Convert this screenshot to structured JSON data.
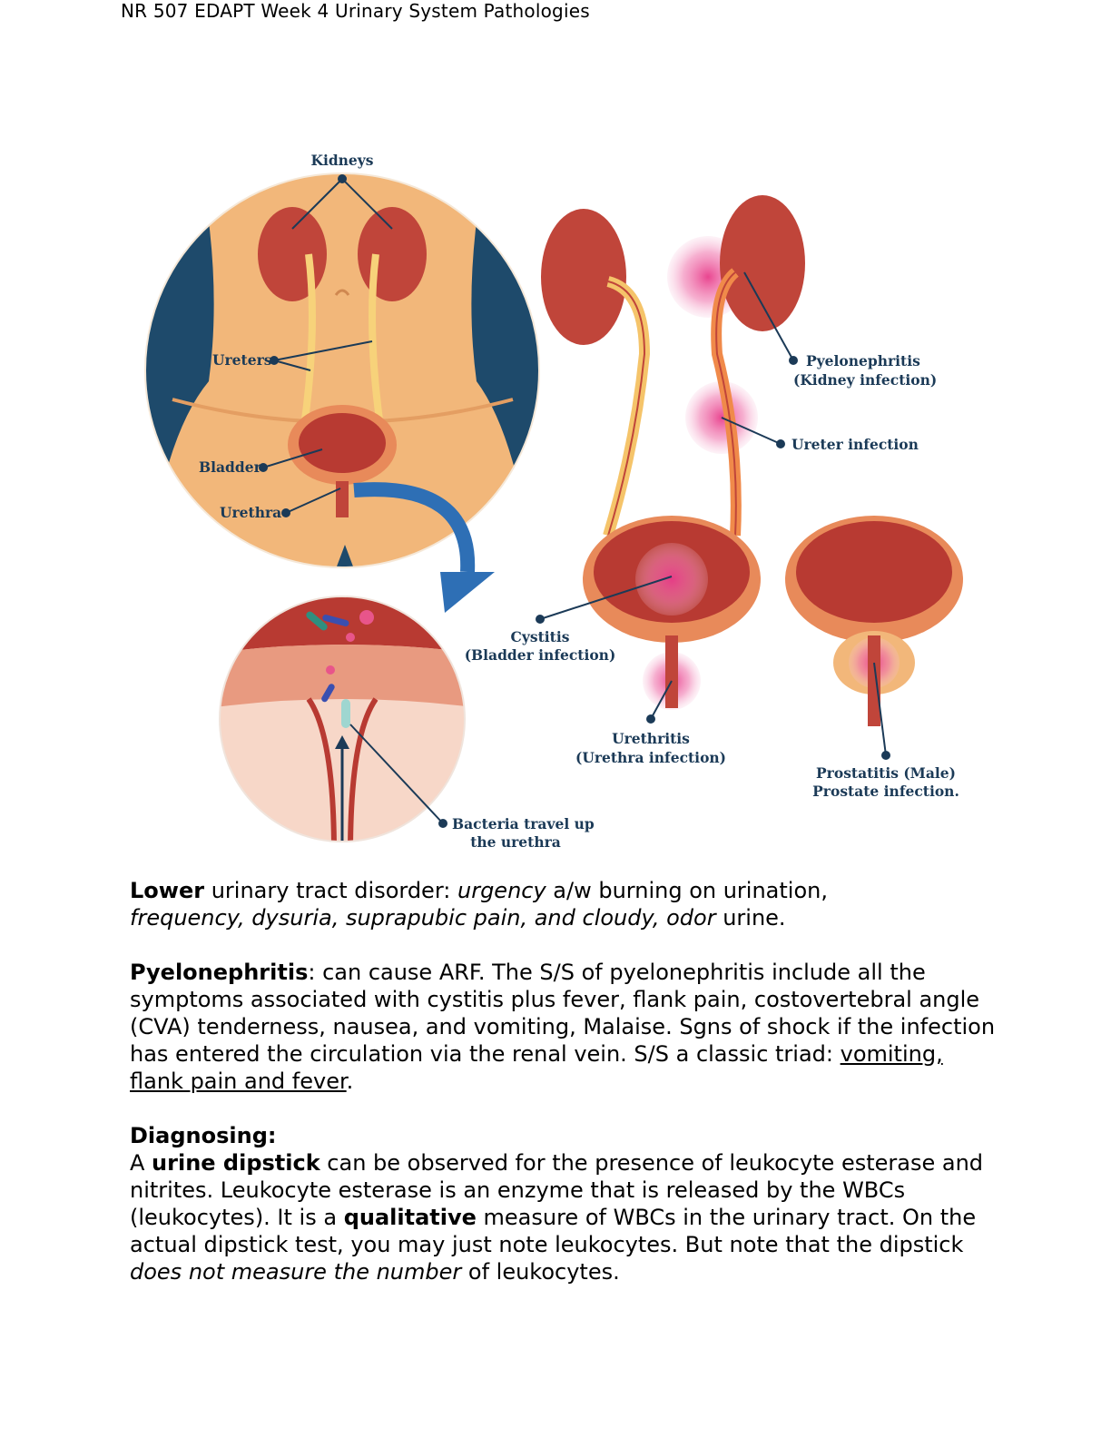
{
  "header": {
    "title": "NR 507 EDAPT Week 4 Urinary System Pathologies"
  },
  "figure": {
    "labels": {
      "kidneys": "Kidneys",
      "ureters": "Ureters",
      "bladder": "Bladder",
      "urethra": "Urethra",
      "pyelo_1": "Pyelonephritis",
      "pyelo_2": "(Kidney infection)",
      "ureter_infection": "Ureter infection",
      "cystitis_1": "Cystitis",
      "cystitis_2": "(Bladder infection)",
      "urethritis_1": "Urethritis",
      "urethritis_2": "(Urethra infection)",
      "prostatitis_1": "Prostatitis (Male)",
      "prostatitis_2": "Prostate infection.",
      "bacteria_1": "Bacteria travel up",
      "bacteria_2": "the urethra"
    },
    "colors": {
      "label": "#1b3a57",
      "skin": "#f2b77a",
      "organ": "#c0453a",
      "infection": "#e83c8a",
      "arrow": "#2e6fb5"
    }
  },
  "para1": {
    "lower": "Lower",
    "t1": " urinary tract disorder: ",
    "urgency": "urgency",
    "t2": " a/w burning on urination,",
    "symptoms": "frequency, dysuria, suprapubic pain, and cloudy, odor",
    "t3": " urine."
  },
  "para2": {
    "pyelo": "Pyelonephritis",
    "t1": ": can cause ARF.  The S/S of pyelonephritis include all the symptoms associated with cystitis plus fever, flank pain, costovertebral angle (CVA) tenderness, nausea, and vomiting, Malaise. Sgns of shock if the infection has entered the circulation via the renal vein. S/S a classic triad: ",
    "triad": "vomiting, flank pain and fever",
    "t2": "."
  },
  "para3": {
    "heading": "Diagnosing:",
    "a": "A ",
    "dipstick": "urine dipstick",
    "t1": " can be observed for the presence of leukocyte esterase and nitrites. Leukocyte esterase is an enzyme that is released by the WBCs (leukocytes). It is a ",
    "qualitative": "qualitative",
    "t2": " measure of WBCs in the urinary tract. On the actual dipstick test, you may just note leukocytes. But note that the dipstick ",
    "not_measure": "does not measure the number",
    "t3": " of leukocytes."
  }
}
